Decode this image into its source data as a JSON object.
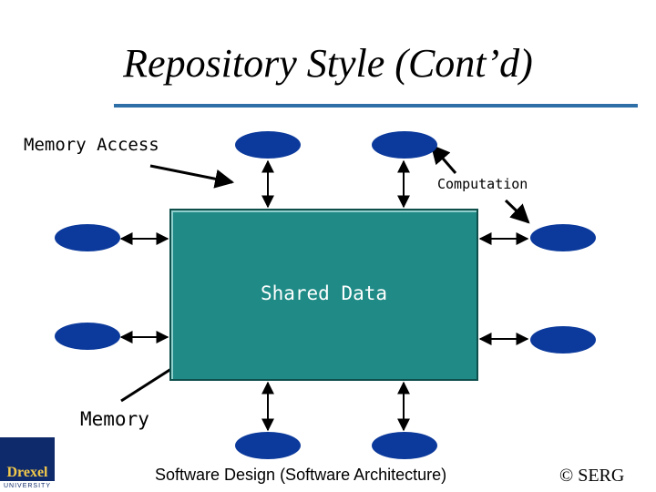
{
  "title": "Repository Style (Cont’d)",
  "labels": {
    "memory_access": "Memory Access",
    "computation": "Computation",
    "memory": "Memory",
    "shared_data": "Shared Data"
  },
  "footer": {
    "course": "Software Design (Software Architecture)",
    "copyright": "© SERG"
  },
  "logo": {
    "word": "Drexel",
    "sub": "UNIVERSITY"
  },
  "colors": {
    "shared_data_fill": "#1f8a86",
    "computation_fill": "#0c3a9c",
    "title_rule": "#2f6fa8"
  }
}
